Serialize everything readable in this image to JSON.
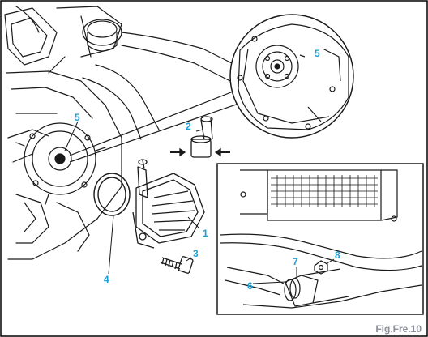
{
  "figure": {
    "label": "Fig.Fre.10",
    "label_color": "#8a8f99"
  },
  "colors": {
    "callout": "#1a9fd6",
    "line": "#1a1a1a",
    "frame": "#000000",
    "paper": "#ffffff"
  },
  "main_view": {
    "callouts": [
      {
        "id": "1",
        "text": "1",
        "part": "vacuum-pump"
      },
      {
        "id": "2",
        "text": "2",
        "part": "coupling-sleeve"
      },
      {
        "id": "3",
        "text": "3",
        "part": "mounting-bolt"
      },
      {
        "id": "4",
        "text": "4",
        "part": "o-ring-seal"
      },
      {
        "id": "5a",
        "text": "5",
        "part": "drive-flange"
      }
    ]
  },
  "detail_circle": {
    "callouts": [
      {
        "id": "5b",
        "text": "5",
        "part": "drive-flange-detail"
      }
    ]
  },
  "detail_box": {
    "callouts": [
      {
        "id": "6",
        "text": "6",
        "part": "vacuum-hose"
      },
      {
        "id": "7",
        "text": "7",
        "part": "hose-clamp"
      },
      {
        "id": "8",
        "text": "8",
        "part": "nut"
      }
    ]
  }
}
